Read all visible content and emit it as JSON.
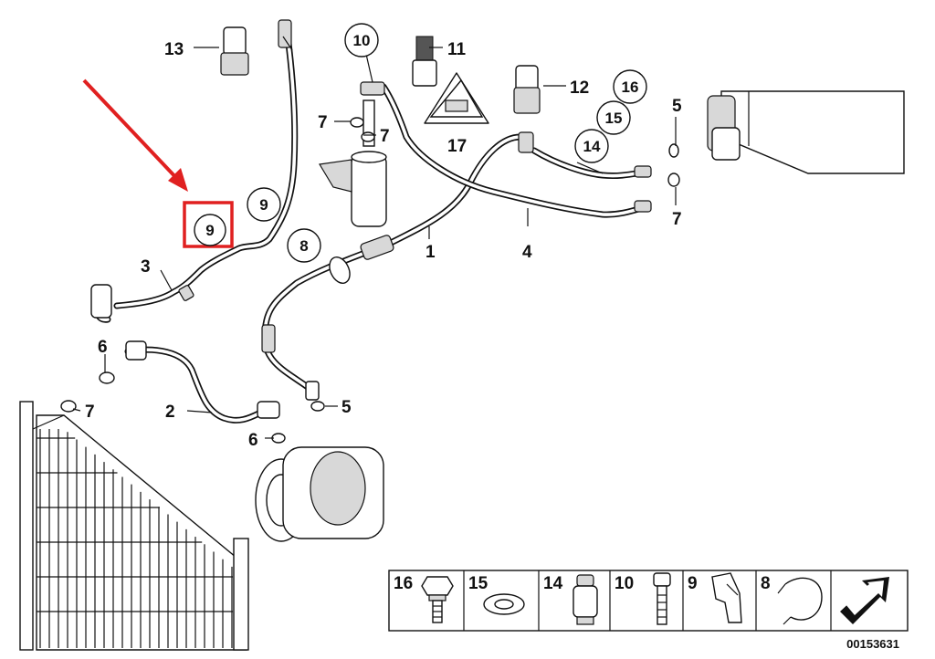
{
  "diagram": {
    "labels": {
      "l13": "13",
      "l11": "11",
      "l10": "10",
      "l12": "12",
      "l16": "16",
      "l15": "15",
      "l5a": "5",
      "l7a": "7",
      "l7b": "7",
      "l17": "17",
      "l14": "14",
      "l9a": "9",
      "l9b": "9",
      "l8": "8",
      "l1": "1",
      "l4": "4",
      "l7c": "7",
      "l3": "3",
      "l6a": "6",
      "l7d": "7",
      "l2": "2",
      "l5b": "5",
      "l6b": "6"
    },
    "legend": {
      "items": [
        {
          "num": "16"
        },
        {
          "num": "15"
        },
        {
          "num": "14"
        },
        {
          "num": "10"
        },
        {
          "num": "9"
        },
        {
          "num": "8"
        }
      ]
    },
    "catalog_number": "00153631",
    "highlight_color": "#e02020",
    "arrow_color": "#e02020"
  }
}
